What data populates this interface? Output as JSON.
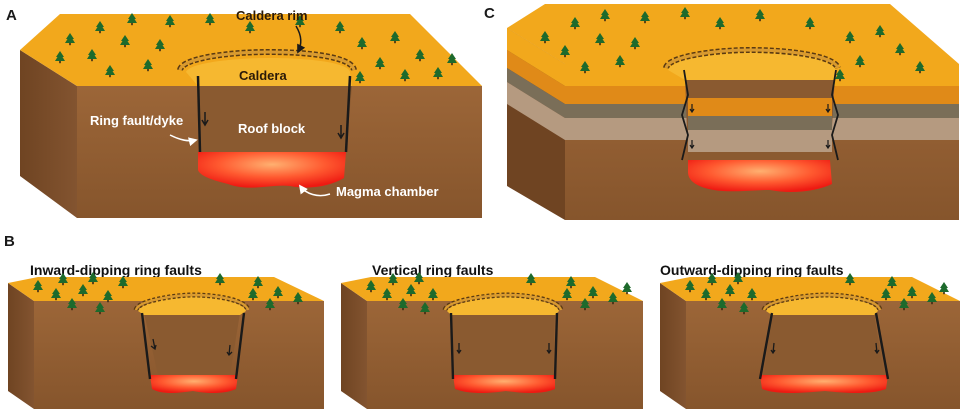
{
  "figure": {
    "panel_letters": {
      "a": "A",
      "b": "B",
      "c": "C"
    },
    "panel_a": {
      "labels": {
        "caldera_rim": "Caldera rim",
        "caldera": "Caldera",
        "ring_fault": "Ring fault/dyke",
        "roof_block": "Roof block",
        "magma_chamber": "Magma chamber"
      }
    },
    "panel_b": {
      "titles": {
        "inward": "Inward-dipping ring faults",
        "vertical": "Vertical ring faults",
        "outward": "Outward-dipping ring faults"
      }
    },
    "colors": {
      "ground_top": "#f2a81c",
      "ground_top_light": "#f6b830",
      "block_front": "#946034",
      "block_side": "#7a4c27",
      "block_deep": "#6e4422",
      "tree": "#1d6a2c",
      "tree_trunk": "#3a2a14",
      "magma_hot": "#ff2a1a",
      "magma_warm": "#ff9a50",
      "fault_line": "#1a1a1a",
      "layer_orange": "#e08a18",
      "layer_grey": "#7a6e58",
      "layer_beige": "#b59a80"
    }
  }
}
